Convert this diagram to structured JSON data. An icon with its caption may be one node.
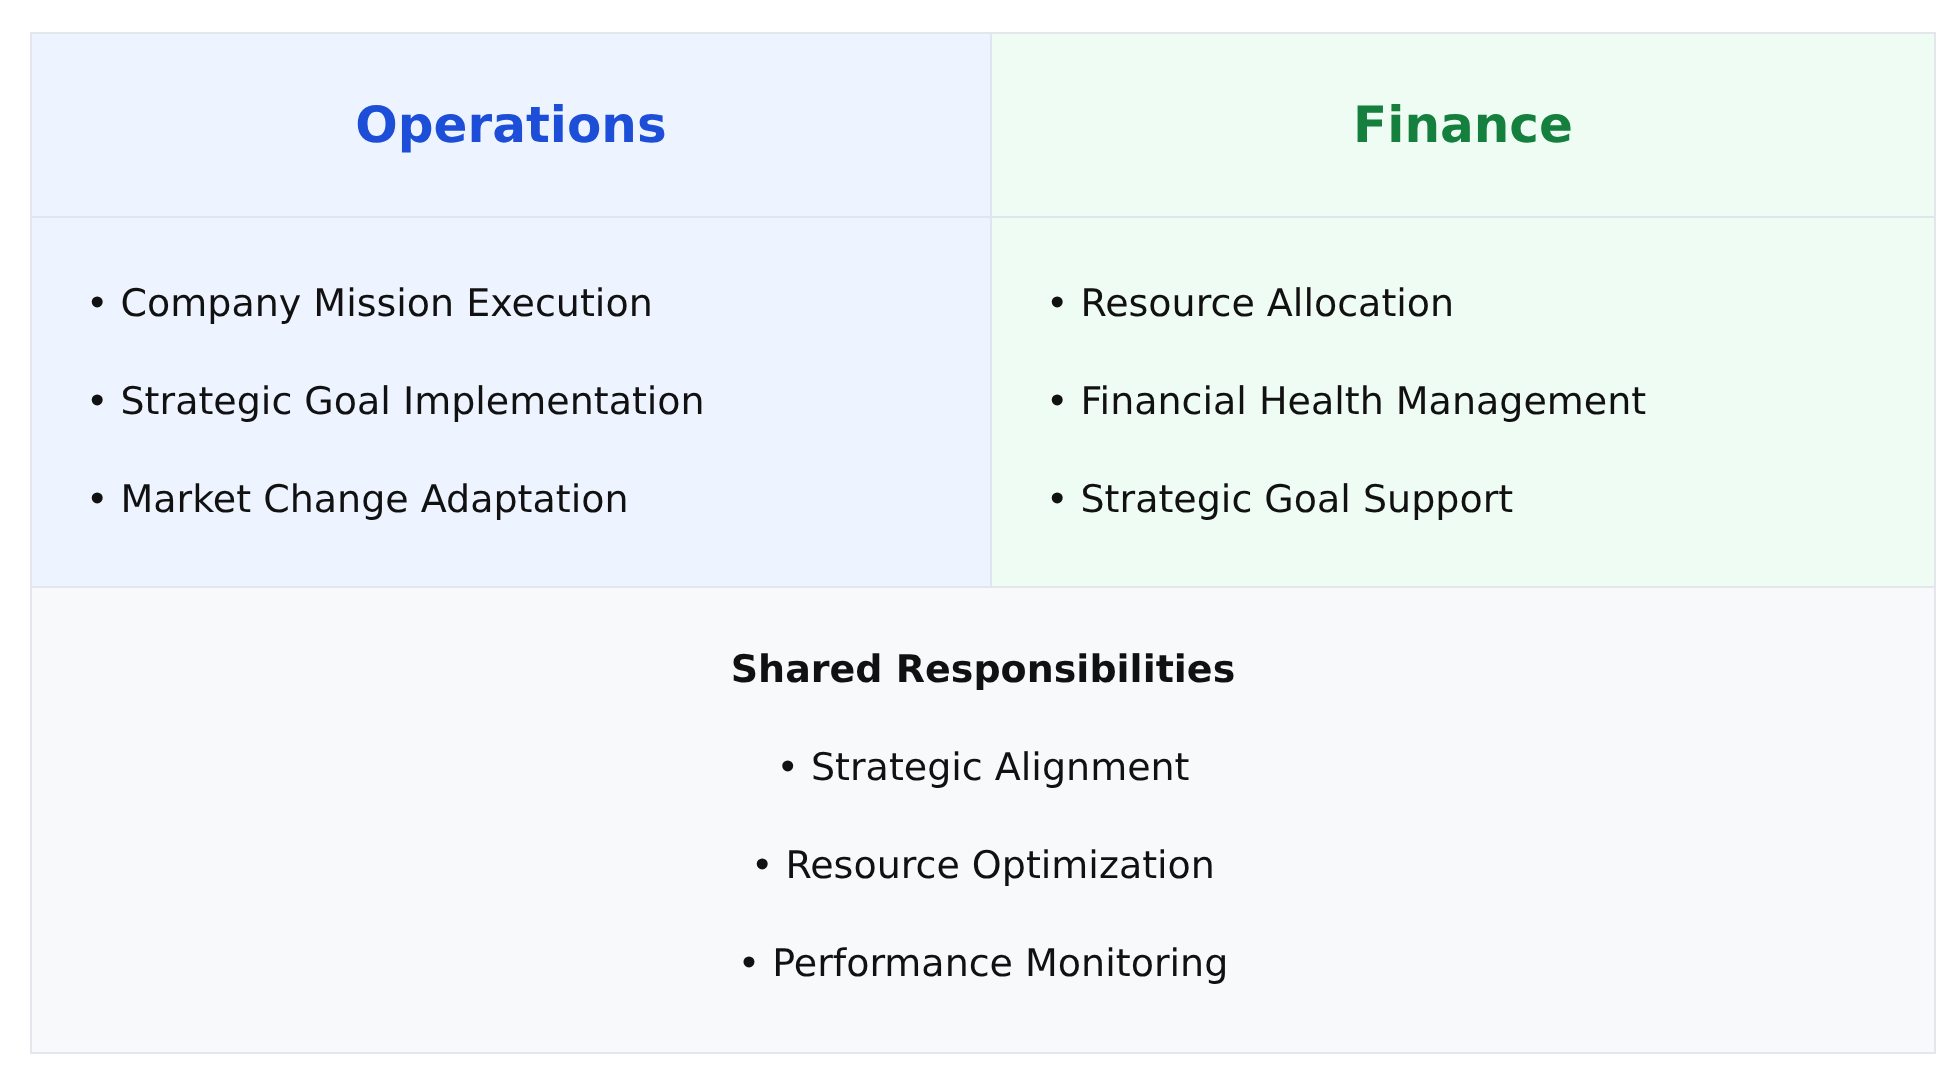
{
  "diagram": {
    "nodes": [
      {
        "text": [
          "Operations",
          "• Company Mission Execution",
          "• Strategic Goal Implementation",
          "• Market Change Adaptation"
        ]
      },
      {
        "text": [
          "Finance",
          "• Resource Allocation",
          "• Financial Health Management",
          "• Strategic Goal Support"
        ]
      },
      {
        "text": [
          "Shared Responsibilities",
          "• Strategic Alignment",
          "• Resource Optimization",
          "• Performance Monitoring"
        ]
      }
    ],
    "edges": []
  }
}
